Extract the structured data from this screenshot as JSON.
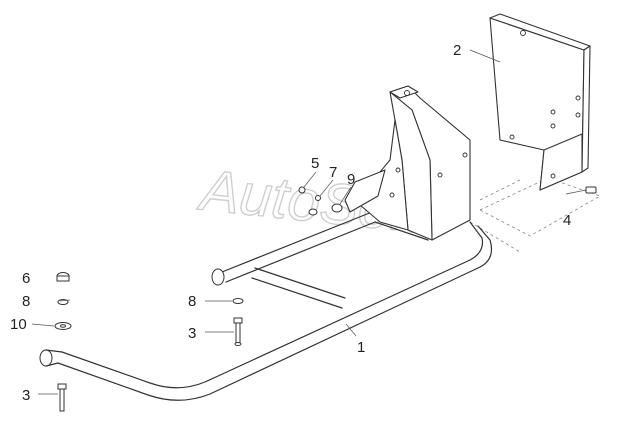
{
  "diagram": {
    "watermark": "AutoSoft",
    "callouts": [
      {
        "id": "c1",
        "text": "1"
      },
      {
        "id": "c2",
        "text": "2"
      },
      {
        "id": "c3a",
        "text": "3"
      },
      {
        "id": "c3b",
        "text": "3"
      },
      {
        "id": "c4",
        "text": "4"
      },
      {
        "id": "c5",
        "text": "5"
      },
      {
        "id": "c6",
        "text": "6"
      },
      {
        "id": "c7",
        "text": "7"
      },
      {
        "id": "c8a",
        "text": "8"
      },
      {
        "id": "c8b",
        "text": "8"
      },
      {
        "id": "c9",
        "text": "9"
      },
      {
        "id": "c10",
        "text": "10"
      }
    ]
  }
}
